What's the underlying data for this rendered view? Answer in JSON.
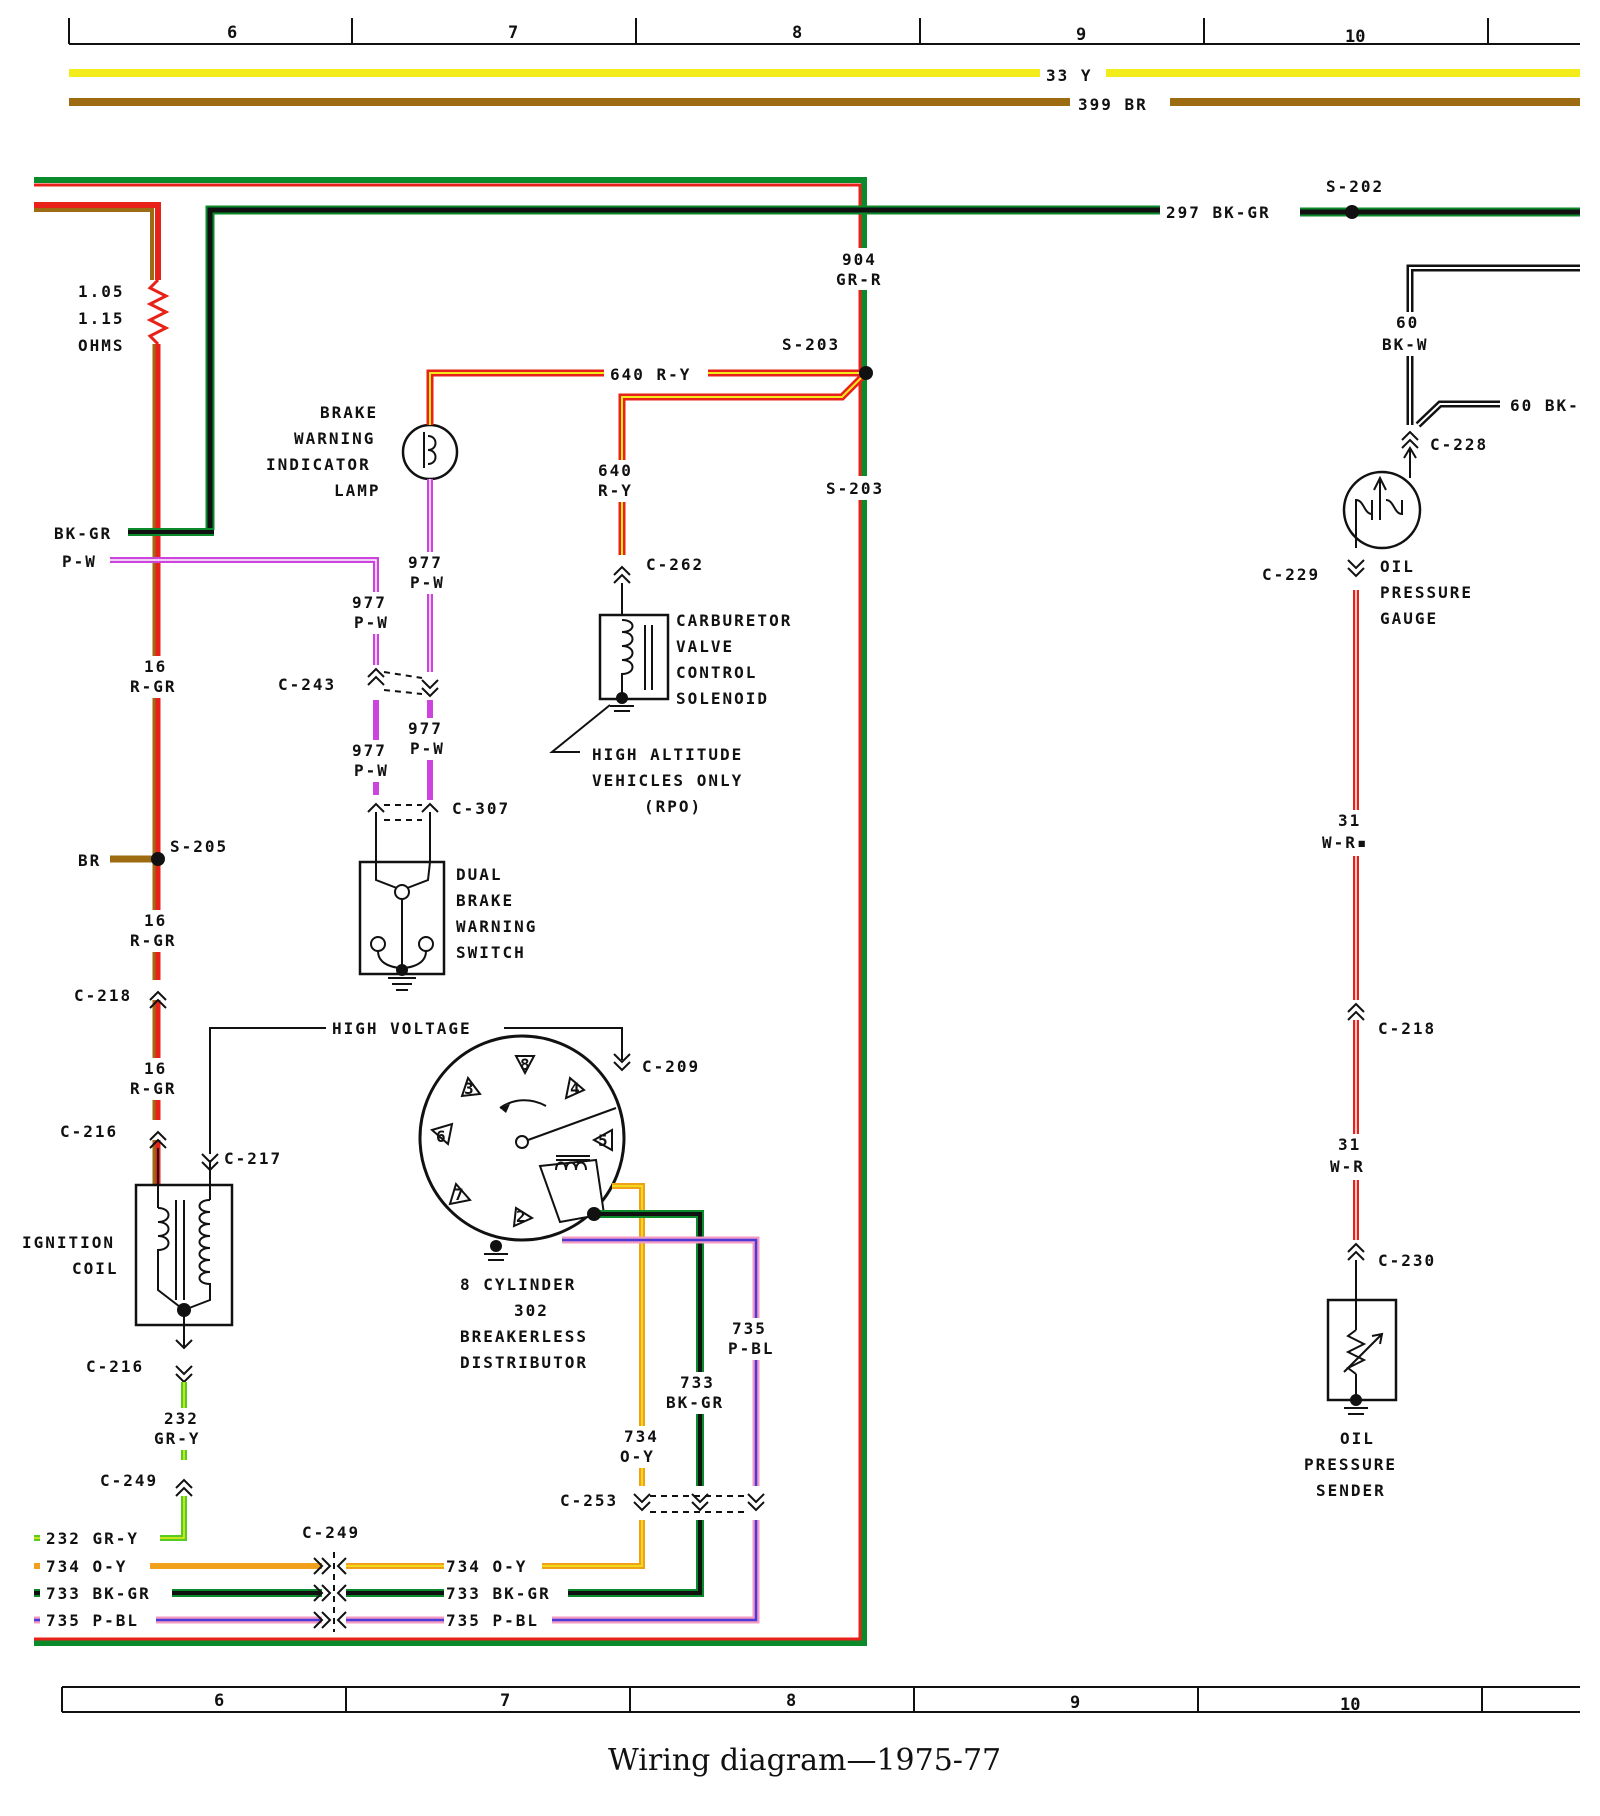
{
  "caption": "Wiring diagram—1975-77",
  "ruler": {
    "numbers": [
      "6",
      "7",
      "8",
      "9",
      "10"
    ]
  },
  "bus_wires": {
    "yellow": "33 Y",
    "brown": "399 BR"
  },
  "resistor": {
    "value_1": "1.05",
    "value_2": "1.15",
    "unit": "OHMS"
  },
  "wire_labels": {
    "w297": "297 BK-GR",
    "w904_num": "904",
    "w904_col": "GR-R",
    "w640_top": "640 R-Y",
    "w640_num": "640",
    "w640_col": "R-Y",
    "w60_num": "60",
    "w60_col": "BK-W",
    "w60_right": "60 BK-",
    "bk_gr": "BK-GR",
    "p_w": "P-W",
    "w16_a_num": "16",
    "w16_a_col": "R-GR",
    "w16_b_num": "16",
    "w16_b_col": "R-GR",
    "w16_c_num": "16",
    "w16_c_col": "R-GR",
    "br": "BR",
    "w977_a_num": "977",
    "w977_a_col": "P-W",
    "w977_b_num": "977",
    "w977_b_col": "P-W",
    "w977_c_num": "977",
    "w977_c_col": "P-W",
    "w977_d_num": "977",
    "w977_d_col": "P-W",
    "w31_a_num": "31",
    "w31_a_col": "W-R▪",
    "w31_b_num": "31",
    "w31_b_col": "W-R",
    "w232_num": "232",
    "w232_col": "GR-Y",
    "w734_num": "734",
    "w734_col": "O-Y",
    "w733_num": "733",
    "w733_col": "BK-GR",
    "w735_num": "735",
    "w735_col": "P-BL",
    "high_voltage": "HIGH VOLTAGE",
    "bottom_left": [
      "232 GR-Y",
      "734 O-Y",
      "733 BK-GR",
      "735 P-BL"
    ],
    "bottom_mid": [
      "734 O-Y",
      "733 BK-GR",
      "735 P-BL"
    ]
  },
  "splices": {
    "s202": "S-202",
    "s203_a": "S-203",
    "s203_b": "S-203",
    "s205": "S-205"
  },
  "connectors": {
    "c228": "C-228",
    "c229": "C-229",
    "c262": "C-262",
    "c243": "C-243",
    "c307": "C-307",
    "c218_left": "C-218",
    "c218_right": "C-218",
    "c209": "C-209",
    "c216_a": "C-216",
    "c217": "C-217",
    "c216_b": "C-216",
    "c249_a": "C-249",
    "c249_b": "C-249",
    "c253": "C-253",
    "c230": "C-230"
  },
  "components": {
    "brake_lamp": [
      "BRAKE",
      "WARNING",
      "INDICATOR",
      "LAMP"
    ],
    "carb_solenoid": [
      "CARBURETOR",
      "VALVE",
      "CONTROL",
      "SOLENOID"
    ],
    "high_altitude": [
      "HIGH ALTITUDE",
      "VEHICLES ONLY",
      "(RPO)"
    ],
    "dual_brake": [
      "DUAL",
      "BRAKE",
      "WARNING",
      "SWITCH"
    ],
    "oil_gauge": [
      "OIL",
      "PRESSURE",
      "GAUGE"
    ],
    "ignition_coil": [
      "IGNITION",
      "COIL"
    ],
    "distributor": [
      "8 CYLINDER",
      "302",
      "BREAKERLESS",
      "DISTRIBUTOR"
    ],
    "oil_sender": [
      "OIL",
      "PRESSURE",
      "SENDER"
    ]
  },
  "distributor_numbers": [
    "8",
    "4",
    "3",
    "6",
    "5",
    "7",
    "2",
    "1"
  ],
  "colors": {
    "red": "#e8221a",
    "green": "#0a8a2a",
    "black": "#111111",
    "yellow": "#f2ec1a",
    "brown": "#9c6b12",
    "purple": "#cc44dd",
    "orange": "#f0a01a",
    "blue": "#4a3ad8",
    "pink": "#f49ac2",
    "light_green": "#55cc22"
  }
}
